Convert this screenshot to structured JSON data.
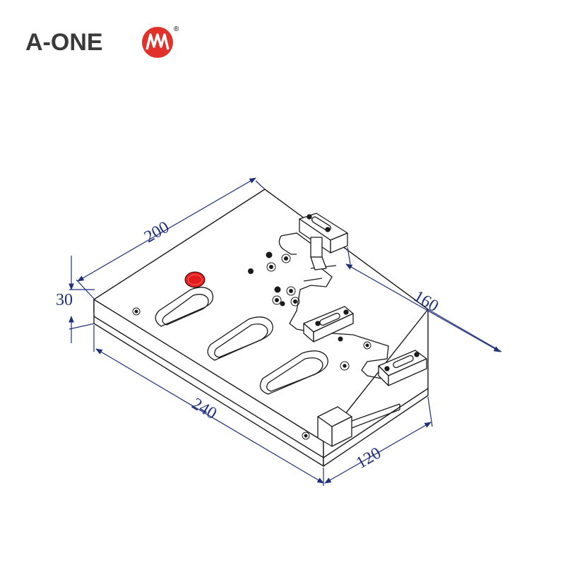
{
  "brand": {
    "name": "A-ONE",
    "registered_mark": "®",
    "text_color": "#3a3a3a",
    "logo_color": "#e0312a"
  },
  "dimensions": {
    "length": "200",
    "height": "30",
    "depth": "160",
    "width_front": "240",
    "width_side": "120",
    "line_color": "#1f2f7a"
  },
  "colors": {
    "outline": "#1a1a1a",
    "fill": "#ffffff",
    "marker": "#e21b1b"
  }
}
